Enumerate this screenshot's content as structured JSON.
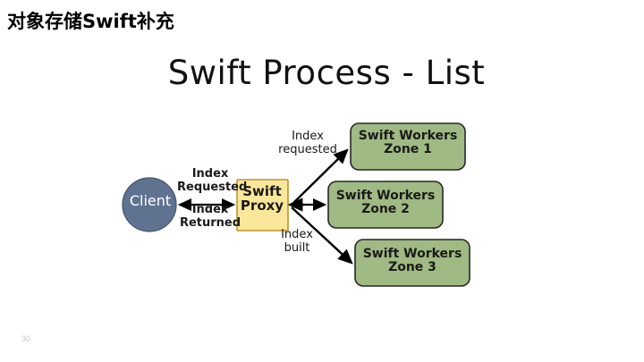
{
  "slide": {
    "title": "对象存储Swift补充",
    "page_number": "30",
    "background_color": "#ffffff"
  },
  "figure": {
    "title": "Swift Process - List",
    "nodes": [
      {
        "id": "client",
        "label": "Client",
        "shape": "circle",
        "fill": "#5f7391",
        "stroke": "#3d4c61",
        "text_color": "#ffffff"
      },
      {
        "id": "swift-proxy",
        "label_line1": "Swift",
        "label_line2": "Proxy",
        "shape": "square",
        "fill": "#fbe79a",
        "stroke": "#b08f2e",
        "text_color": "#1a1a1a"
      },
      {
        "id": "zone1",
        "label_line1": "Swift Workers",
        "label_line2": "Zone 1",
        "shape": "rounded-rect",
        "fill": "#9fba82",
        "stroke": "#2b2b2b",
        "text_color": "#1a1a1a"
      },
      {
        "id": "zone2",
        "label_line1": "Swift Workers",
        "label_line2": "Zone 2",
        "shape": "rounded-rect",
        "fill": "#9fba82",
        "stroke": "#2b2b2b",
        "text_color": "#1a1a1a"
      },
      {
        "id": "zone3",
        "label_line1": "Swift Workers",
        "label_line2": "Zone 3",
        "shape": "rounded-rect",
        "fill": "#9fba82",
        "stroke": "#2b2b2b",
        "text_color": "#1a1a1a"
      }
    ],
    "edges": [
      {
        "id": "client-proxy",
        "from": "client",
        "to": "swift-proxy",
        "direction": "bidirectional",
        "label_above": "Index\nRequested",
        "label_below": "Index\nReturned"
      },
      {
        "id": "proxy-zone1",
        "from": "swift-proxy",
        "to": "zone1",
        "direction": "bidirectional",
        "label": "Index\nrequested"
      },
      {
        "id": "proxy-zone2",
        "from": "swift-proxy",
        "to": "zone2",
        "direction": "bidirectional",
        "label": ""
      },
      {
        "id": "proxy-zone3",
        "from": "swift-proxy",
        "to": "zone3",
        "direction": "bidirectional",
        "label": "Index\nbuilt"
      }
    ],
    "edge_labels": {
      "index_requested_left_l1": "Index",
      "index_requested_left_l2": "Requested",
      "index_returned_left_l1": "Index",
      "index_returned_left_l2": "Returned",
      "index_requested_up_l1": "Index",
      "index_requested_up_l2": "requested",
      "index_built_down_l1": "Index",
      "index_built_down_l2": "built"
    },
    "arrow_color": "#000000"
  }
}
